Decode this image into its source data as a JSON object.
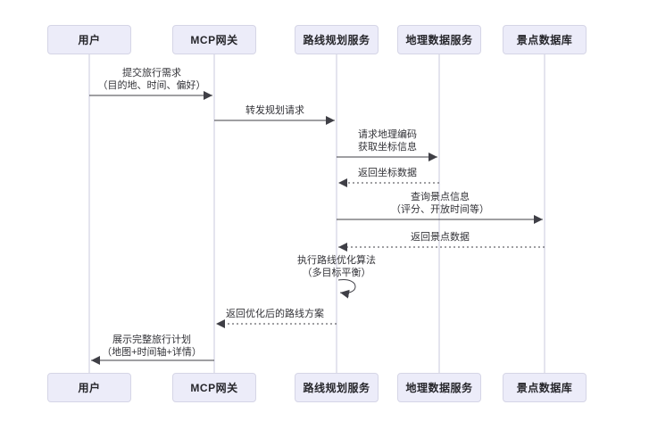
{
  "participants": [
    {
      "label": "用户"
    },
    {
      "label": "MCP网关"
    },
    {
      "label": "路线规划服务"
    },
    {
      "label": "地理数据服务"
    },
    {
      "label": "景点数据库"
    }
  ],
  "messages": [
    {
      "line1": "提交旅行需求",
      "line2": "（目的地、时间、偏好）",
      "from": "用户",
      "to": "MCP网关",
      "arrow": "solid"
    },
    {
      "line1": "转发规划请求",
      "from": "MCP网关",
      "to": "路线规划服务",
      "arrow": "solid"
    },
    {
      "line1": "请求地理编码",
      "line2": "获取坐标信息",
      "from": "路线规划服务",
      "to": "地理数据服务",
      "arrow": "solid"
    },
    {
      "line1": "返回坐标数据",
      "from": "地理数据服务",
      "to": "路线规划服务",
      "arrow": "dashed"
    },
    {
      "line1": "查询景点信息",
      "line2": "（评分、开放时间等）",
      "from": "路线规划服务",
      "to": "景点数据库",
      "arrow": "solid"
    },
    {
      "line1": "返回景点数据",
      "from": "景点数据库",
      "to": "路线规划服务",
      "arrow": "dashed"
    },
    {
      "line1": "执行路线优化算法",
      "line2": "（多目标平衡）",
      "from": "路线规划服务",
      "to": "路线规划服务",
      "arrow": "self"
    },
    {
      "line1": "返回优化后的路线方案",
      "from": "路线规划服务",
      "to": "MCP网关",
      "arrow": "dashed"
    },
    {
      "line1": "展示完整旅行计划",
      "line2": "（地图+时间轴+详情）",
      "from": "MCP网关",
      "to": "用户",
      "arrow": "solid"
    }
  ],
  "colors": {
    "background": "#FFFFFF",
    "actor_fill": "#ECECF9",
    "actor_border": "#D5D5E6",
    "lifeline": "#C9C9DC",
    "arrow": "#3F3F46",
    "text": "#333338"
  }
}
